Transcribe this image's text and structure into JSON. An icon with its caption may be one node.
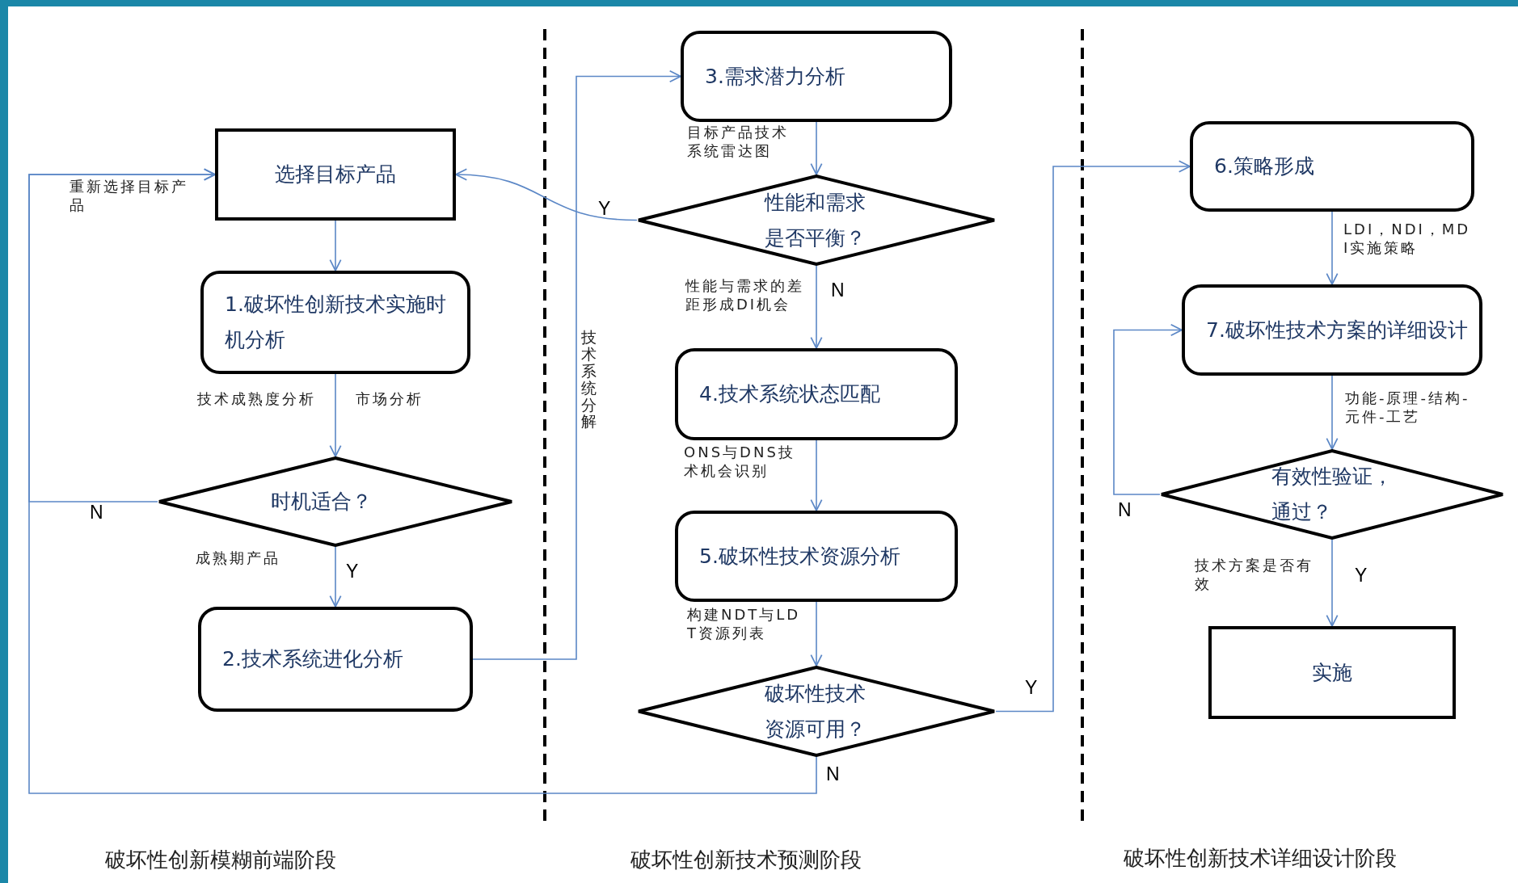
{
  "diagram": {
    "nodes": [
      {
        "text": [
          "选择目标产品"
        ]
      },
      {
        "text": [
          "1.破坏性创新技术实施时机分析"
        ]
      },
      {
        "text": [
          "时机适合？"
        ]
      },
      {
        "text": [
          "2.技术系统进化分析"
        ]
      },
      {
        "text": [
          "3.需求潜力分析"
        ]
      },
      {
        "text": [
          "性能和需求是否平衡？"
        ]
      },
      {
        "text": [
          "4.技术系统状态匹配"
        ]
      },
      {
        "text": [
          "5.破坏性技术资源分析"
        ]
      },
      {
        "text": [
          "破坏性技术资源可用？"
        ]
      },
      {
        "text": [
          "6.策略形成"
        ]
      },
      {
        "text": [
          "7.破坏性技术方案的详细设计"
        ]
      },
      {
        "text": [
          "有效性验证，通过？"
        ]
      },
      {
        "text": [
          "实施"
        ]
      }
    ],
    "edges": [
      {
        "from": 0,
        "to": 1,
        "arrow": "to"
      },
      {
        "from": 1,
        "to": 2,
        "arrow": "to",
        "label": "技术成熟度分析"
      },
      {
        "from": 2,
        "to": 3,
        "arrow": "to",
        "label": "Y"
      },
      {
        "from": 2,
        "to": 0,
        "arrow": "to",
        "label": "N"
      },
      {
        "from": 8,
        "to": 0,
        "arrow": "to",
        "label": "N"
      },
      {
        "from": 3,
        "to": 4,
        "arrow": "to",
        "label": "技术系统分解"
      },
      {
        "from": 4,
        "to": 5,
        "arrow": "to",
        "label": "目标产品技术系统雷达图"
      },
      {
        "from": 5,
        "to": 0,
        "arrow": "to",
        "label": "Y"
      },
      {
        "from": 5,
        "to": 6,
        "arrow": "to",
        "label": "N"
      },
      {
        "from": 6,
        "to": 7,
        "arrow": "to",
        "label": "ONS与DNS技术机会识别"
      },
      {
        "from": 7,
        "to": 8,
        "arrow": "to",
        "label": "构建NDT与LDT资源列表"
      },
      {
        "from": 8,
        "to": 9,
        "arrow": "to",
        "label": "Y"
      },
      {
        "from": 9,
        "to": 10,
        "arrow": "to",
        "label": "LDI，NDI，MDI实施策略"
      },
      {
        "from": 10,
        "to": 11,
        "arrow": "to",
        "label": "功能-原理-结构-元件-工艺"
      },
      {
        "from": 11,
        "to": 10,
        "arrow": "to",
        "label": "N"
      },
      {
        "from": 11,
        "to": 12,
        "arrow": "to",
        "label": "Y"
      }
    ],
    "labels": [
      "重新选择目标产品",
      "市场分析",
      "成熟期产品",
      "性能与需求的差距形成DI机会",
      "技术方案是否有效",
      "破坏性创新模糊前端阶段",
      "破坏性创新技术预测阶段",
      "破坏性创新技术详细设计阶段"
    ]
  }
}
